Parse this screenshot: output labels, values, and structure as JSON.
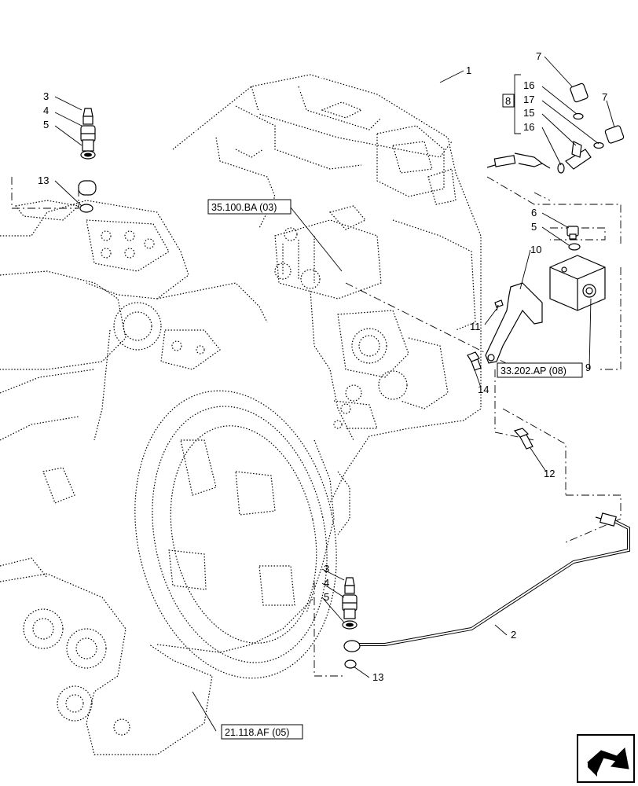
{
  "callouts": {
    "c1": "1",
    "c2": "2",
    "c3a": "3",
    "c4a": "4",
    "c5a": "5",
    "c13a": "13",
    "c3b": "3",
    "c4b": "4",
    "c5b": "5",
    "c13b": "13",
    "c7a": "7",
    "c7b": "7",
    "c8": "8",
    "c16a": "16",
    "c17": "17",
    "c15": "15",
    "c16b": "16",
    "c6": "6",
    "c5c": "5",
    "c10": "10",
    "c11": "11",
    "c9": "9",
    "c14": "14",
    "c12": "12"
  },
  "references": {
    "r1": "35.100.BA (03)",
    "r2": "33.202.AP (08)",
    "r3": "21.118.AF (05)"
  },
  "icons": {
    "nav": "next-page-arrow-icon"
  }
}
